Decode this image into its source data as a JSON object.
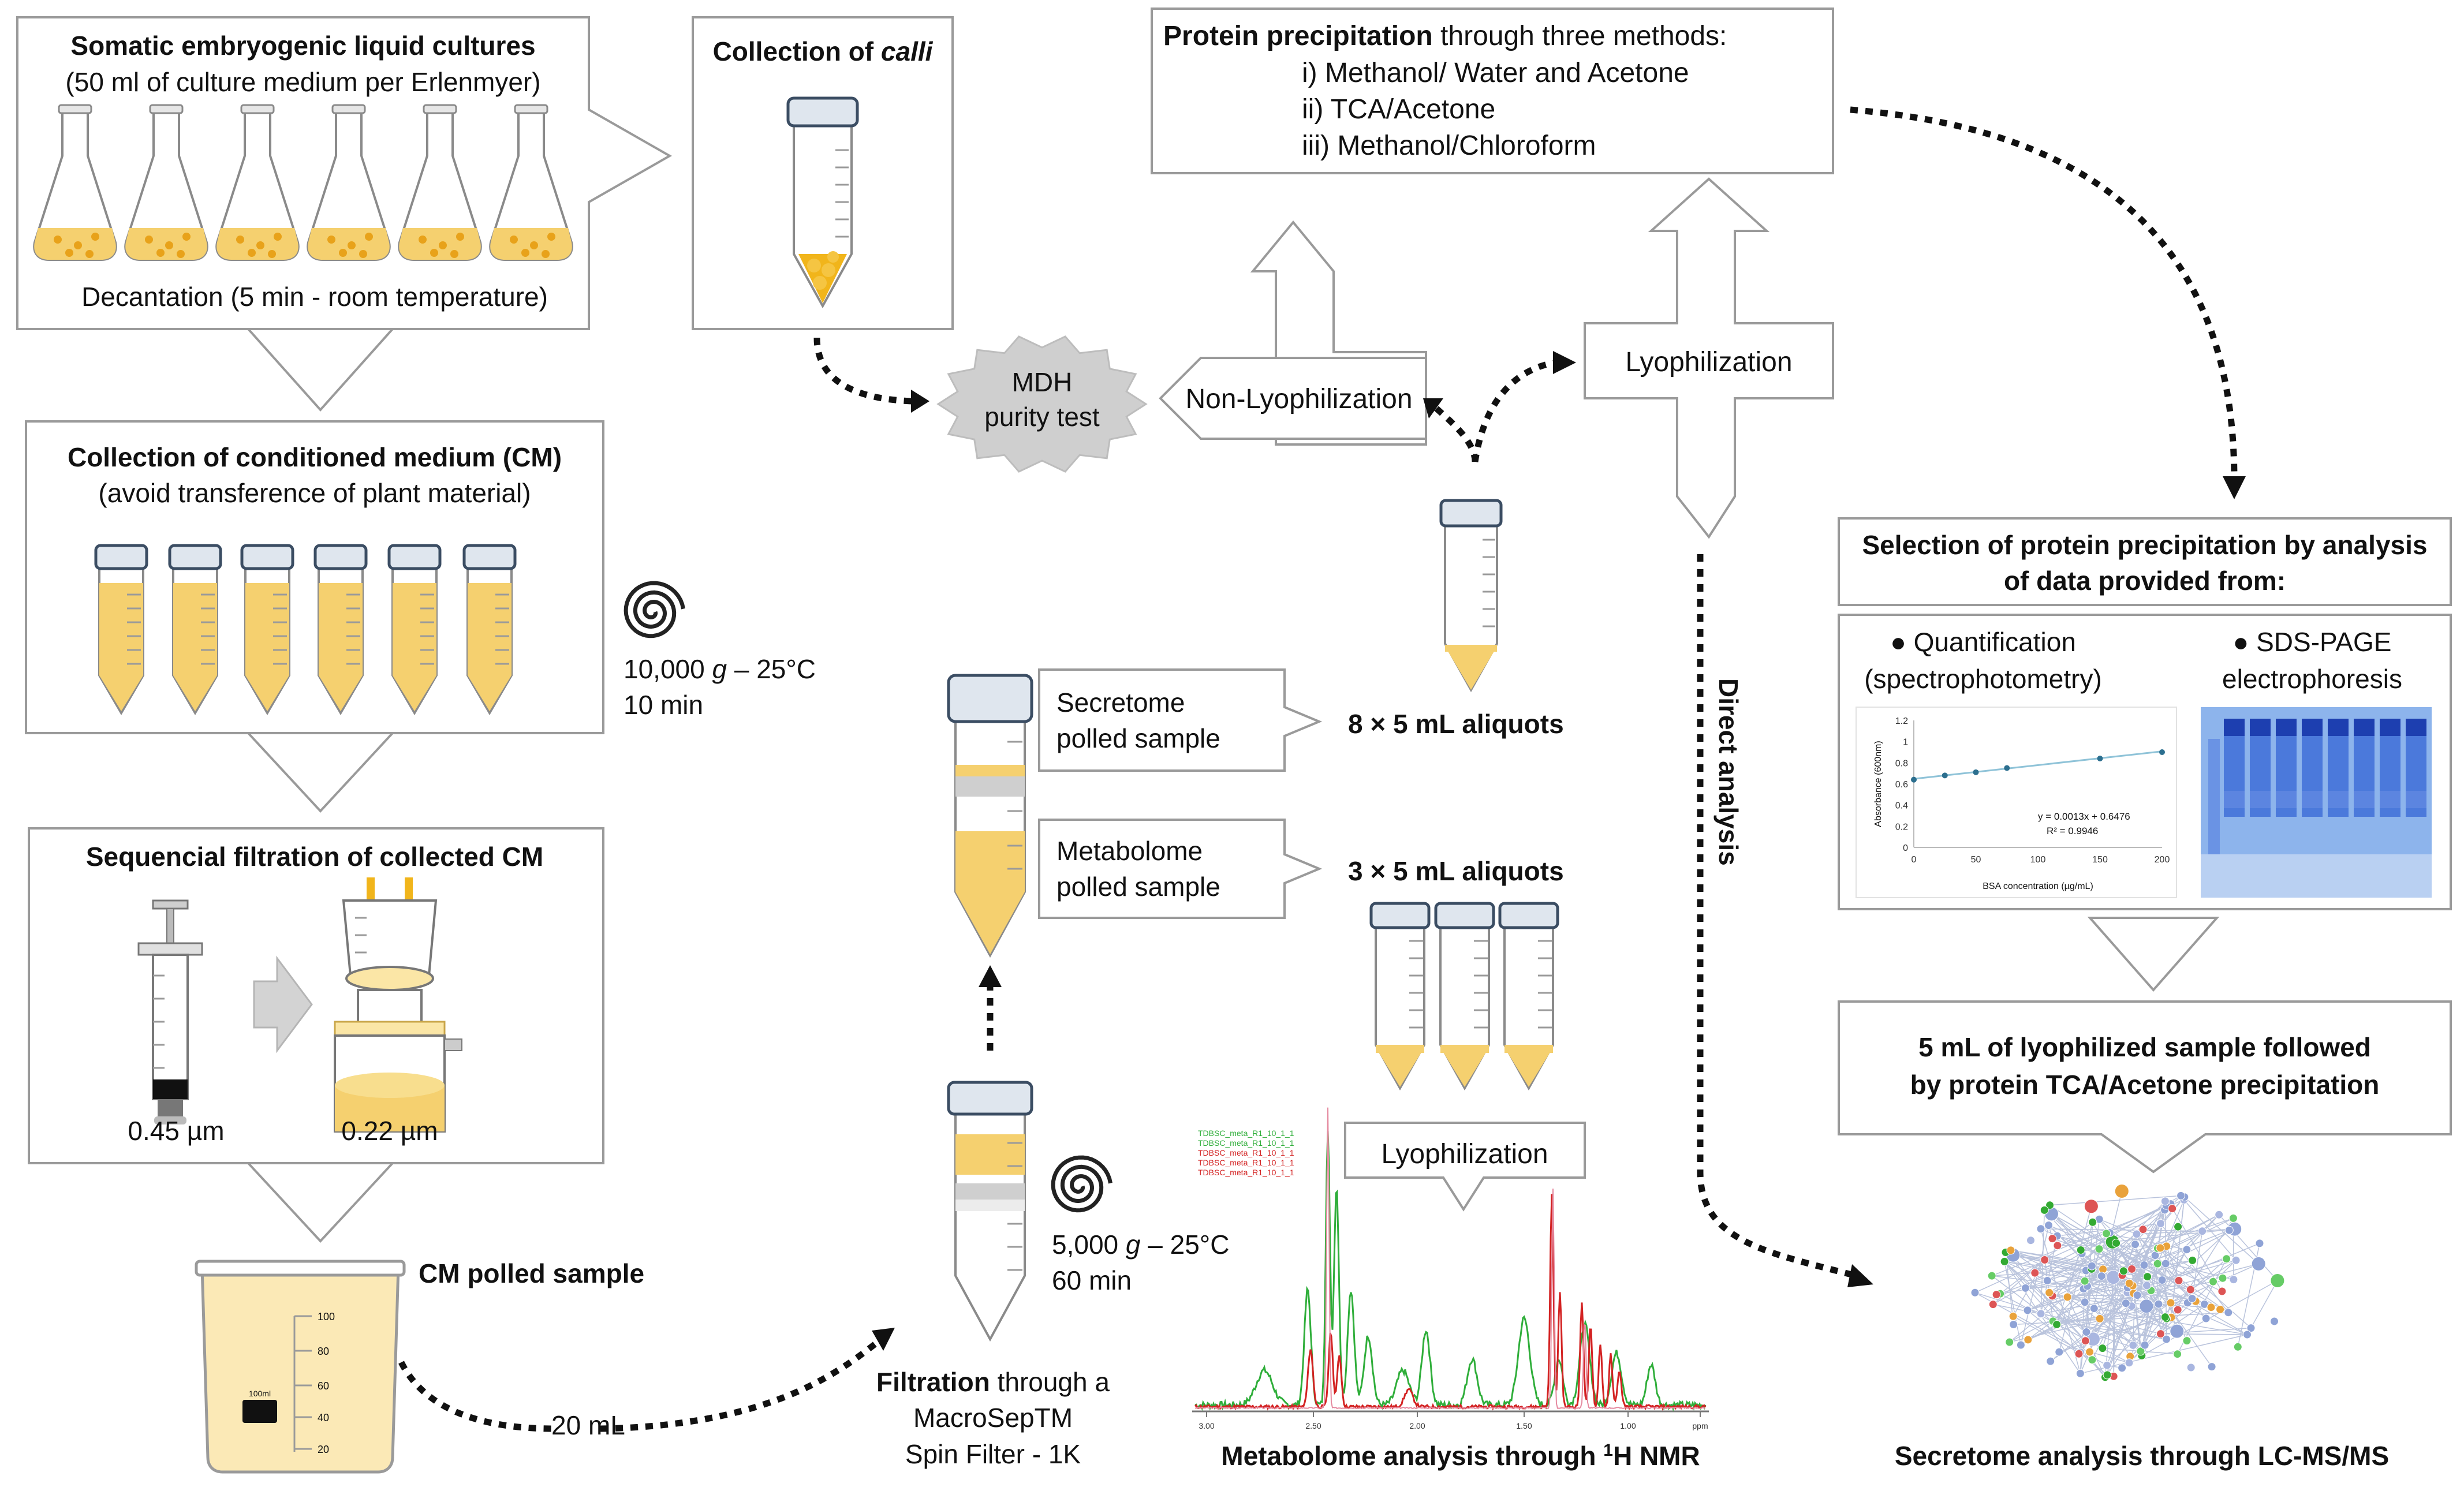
{
  "boxes": {
    "somatic": {
      "title": "Somatic embryogenic liquid cultures",
      "subtitle": "(50 ml of culture medium per Erlenmyer)",
      "footer": "Decantation (5 min - room temperature)"
    },
    "calli": {
      "title_prefix": "Collection of ",
      "title_italic": "calli"
    },
    "protein_precip": {
      "title_bold": "Protein precipitation",
      "title_rest": " through three methods:",
      "methods": [
        "i) Methanol/ Water and Acetone",
        "ii) TCA/Acetone",
        "iii) Methanol/Chloroform"
      ]
    },
    "conditioned": {
      "title": "Collection of conditioned medium (CM)",
      "subtitle": "(avoid transference of plant material)"
    },
    "filtration_seq": {
      "title": "Sequencial filtration of collected CM",
      "label_045": "0.45 µm",
      "label_022": "0.22 µm"
    },
    "selection": {
      "title_line1": "Selection of protein precipitation by analysis",
      "title_line2": "of data provided from:",
      "quant_line1": "● Quantification",
      "quant_line2": "(spectrophotometry)",
      "sds_line1": "● SDS-PAGE",
      "sds_line2": "electrophoresis"
    },
    "lyophilized": {
      "line1": "5 mL of lyophilized sample followed",
      "line2": "by protein TCA/Acetone precipitation"
    }
  },
  "labels": {
    "mdh_line1": "MDH",
    "mdh_line2": "purity test",
    "non_lyophilization": "Non-Lyophilization",
    "lyophilization_top": "Lyophilization",
    "lyophilization_nmr": "Lyophilization",
    "direct_analysis": "Direct analysis",
    "centrifuge1_line1_pre": "10,000 ",
    "centrifuge1_line1_g": "g",
    "centrifuge1_line1_post": " – 25°C",
    "centrifuge1_line2": "10 min",
    "centrifuge2_line1_pre": "5,000 ",
    "centrifuge2_line1_g": "g",
    "centrifuge2_line1_post": " – 25°C",
    "centrifuge2_line2": "60 min",
    "secretome_line1": "Secretome",
    "secretome_line2": "polled sample",
    "metabolome_line1": "Metabolome",
    "metabolome_line2": "polled sample",
    "aliquots8": "8 × 5 mL aliquots",
    "aliquots3": "3 × 5 mL aliquots",
    "cm_polled": "CM polled sample",
    "volume_20": "20 mL",
    "macrosep_line1_bold": "Filtration",
    "macrosep_line1_rest": " through a",
    "macrosep_line2": "MacroSepTM",
    "macrosep_line3": "Spin Filter - 1K",
    "nmr_caption_pre": "Metabolome analysis through ",
    "nmr_caption_sup": "1",
    "nmr_caption_post": "H NMR",
    "lcms_caption": "Secretome analysis through LC-MS/MS",
    "beaker_label": "100ml",
    "beaker_ticks": [
      "100",
      "80",
      "60",
      "40",
      "20"
    ]
  },
  "quant_chart": {
    "chart_data": {
      "type": "scatter",
      "x": [
        0,
        25,
        50,
        75,
        150,
        200
      ],
      "y": [
        0.64,
        0.68,
        0.71,
        0.75,
        0.84,
        0.9
      ],
      "xlabel": "BSA concentration (µg/mL)",
      "ylabel": "Absorbance (600nm)",
      "xticks": [
        "0",
        "50",
        "100",
        "150",
        "200"
      ],
      "yticks": [
        "0",
        "0.2",
        "0.4",
        "0.6",
        "0.8",
        "1",
        "1.2"
      ],
      "xlim": [
        0,
        200
      ],
      "ylim": [
        0,
        1.2
      ],
      "equation": "y = 0.0013x + 0.6476",
      "r2": "R² = 0.9946",
      "trendline": {
        "slope": 0.0013,
        "intercept": 0.6476
      },
      "colors": {
        "points": "#2c6f8f",
        "line": "#8fc3d8"
      }
    }
  },
  "nmr": {
    "ticks": [
      "3.00",
      "2.50",
      "2.00",
      "1.50",
      "1.00",
      "ppm"
    ],
    "legend": [
      "TDBSC_meta_R1_10_1_1",
      "TDBSC_meta_R1_10_1_1",
      "TDBSC_meta_R1_10_1_1",
      "TDBSC_meta_R1_10_1_1",
      "TDBSC_meta_R1_10_1_1"
    ]
  },
  "colors": {
    "liquid": "#f5d06f",
    "calli": "#f1b51b",
    "gel": "#5a8ee0",
    "box_stroke": "#9a9a9a",
    "mdh": "#cfcfcf"
  }
}
